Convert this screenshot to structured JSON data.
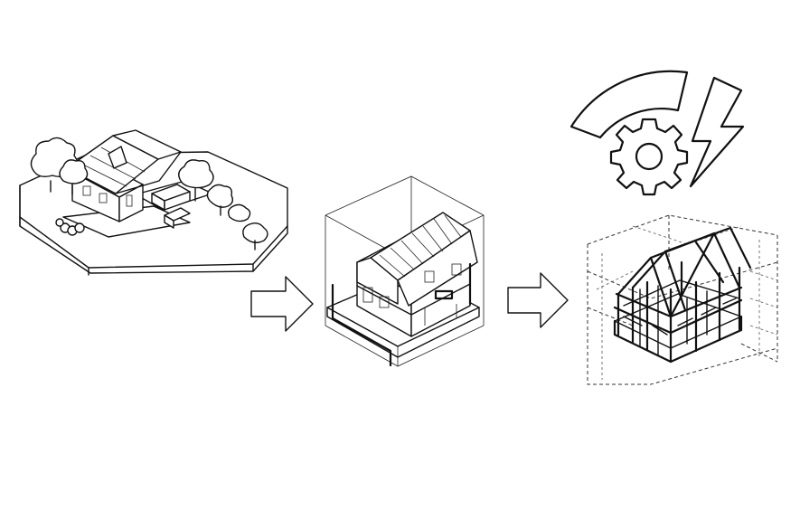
{
  "diagram": {
    "stages": [
      {
        "id": "site",
        "icon": "site-landscape-icon"
      },
      {
        "id": "house-model",
        "icon": "house-section-icon"
      },
      {
        "id": "frame-structure",
        "icon": "timber-frame-icon"
      }
    ],
    "overlay_icons": [
      "gauge-icon",
      "gear-icon",
      "lightning-bolt-icon"
    ],
    "connectors": [
      "arrow-right-icon",
      "arrow-right-icon"
    ],
    "colors": {
      "line": "#111111",
      "background": "#ffffff"
    }
  }
}
